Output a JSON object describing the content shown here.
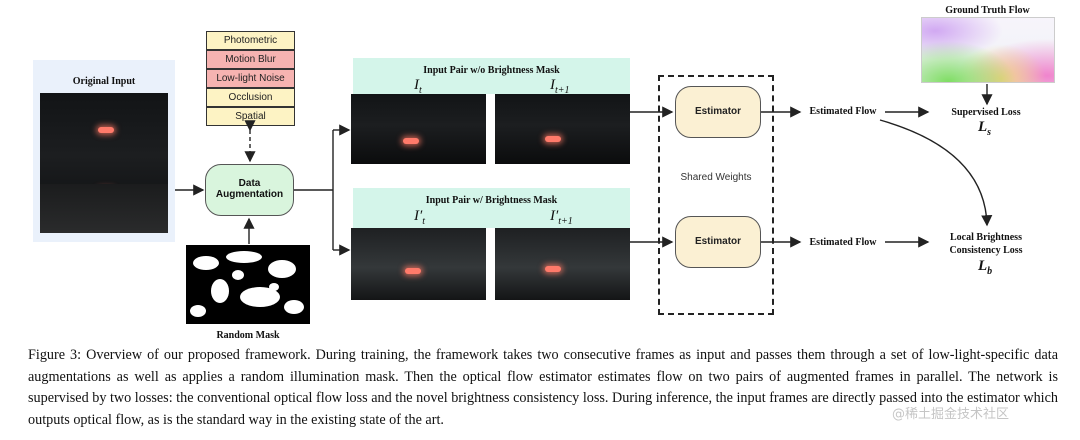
{
  "figure": {
    "original_input_label": "Original Input",
    "augmentations": [
      "Photometric",
      "Motion Blur",
      "Low-light Noise",
      "Occlusion",
      "Spatial"
    ],
    "augmentation_colors": [
      "#fdf3c4",
      "#f6b3b1",
      "#f6b3b1",
      "#fdf3c4",
      "#fdf3c4"
    ],
    "data_augmentation_label": [
      "Data",
      "Augmentation"
    ],
    "random_mask_label": "Random Mask",
    "pair_no_mask_label": "Input Pair w/o Brightness Mask",
    "pair_mask_label": "Input Pair w/ Brightness Mask",
    "frame_t": "I",
    "sub_t": "t",
    "sub_t1": "t+1",
    "prime": "′",
    "estimator_label": "Estimator",
    "shared_weights_label": "Shared Weights",
    "estimated_flow_label": "Estimated Flow",
    "ground_truth_label": "Ground Truth Flow",
    "supervised_loss_label": "Supervised Loss",
    "loss_s": "L",
    "loss_s_sub": "s",
    "local_loss_label": [
      "Local Brightness",
      "Consistency Loss"
    ],
    "loss_b": "L",
    "loss_b_sub": "b",
    "colors": {
      "data_aug_fill": "#d9f5dd",
      "estimator_fill": "#fbf0d3",
      "teal_header": "#d4f5ea",
      "input_panel": "#eaf1fb"
    }
  },
  "caption": {
    "figure_label": "Figure 3:",
    "text": "Overview of our proposed framework. During training, the framework takes two consecutive frames as input and passes them through a set of low-light-specific data augmentations as well as applies a random illumination mask. Then the optical flow estimator estimates flow on two pairs of augmented frames in parallel. The network is supervised by two losses: the conventional optical flow loss and the novel brightness consistency loss. During inference, the input frames are directly passed into the estimator which outputs optical flow, as is the standard way in the existing state of the art."
  },
  "watermark": "@稀土掘金技术社区"
}
